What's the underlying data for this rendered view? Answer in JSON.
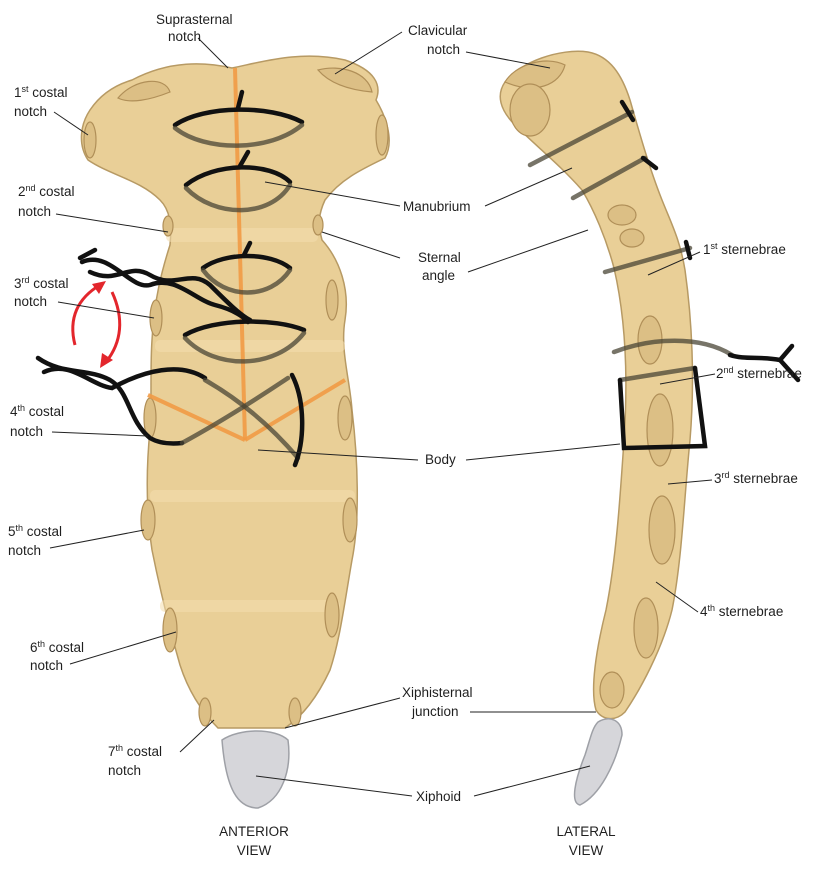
{
  "labels": {
    "suprasternal": [
      "Suprasternal",
      "notch"
    ],
    "clavicular": [
      "Clavicular",
      "notch"
    ],
    "costal1": [
      "1",
      "st",
      " costal",
      "notch"
    ],
    "costal2": [
      "2",
      "nd",
      " costal",
      "notch"
    ],
    "costal3": [
      "3",
      "rd",
      " costal",
      "notch"
    ],
    "costal4": [
      "4",
      "th",
      " costal",
      "notch"
    ],
    "costal5": [
      "5",
      "th",
      " costal",
      "notch"
    ],
    "costal6": [
      "6",
      "th",
      " costal",
      "notch"
    ],
    "costal7": [
      "7",
      "th",
      " costal",
      "notch"
    ],
    "manubrium": "Manubrium",
    "sternal_angle": [
      "Sternal",
      "angle"
    ],
    "body": "Body",
    "xiphisternal": [
      "Xiphisternal",
      "junction"
    ],
    "xiphoid": "Xiphoid",
    "sternebrae1": [
      "1",
      "st",
      " sternebrae"
    ],
    "sternebrae2": [
      "2",
      "nd",
      " sternebrae"
    ],
    "sternebrae3": [
      "3",
      "rd",
      " sternebrae"
    ],
    "sternebrae4": [
      "4",
      "th",
      " sternebrae"
    ]
  },
  "view_titles": {
    "anterior": [
      "ANTERIOR",
      "VIEW"
    ],
    "lateral": [
      "LATERAL",
      "VIEW"
    ]
  },
  "colors": {
    "bone": "#e9cf97",
    "cerclage_wire": "#111111",
    "midline_guide": "#f19a45",
    "rotation_arrows": "#e3262c",
    "xiphoid_cartilage": "#d6d6da"
  }
}
